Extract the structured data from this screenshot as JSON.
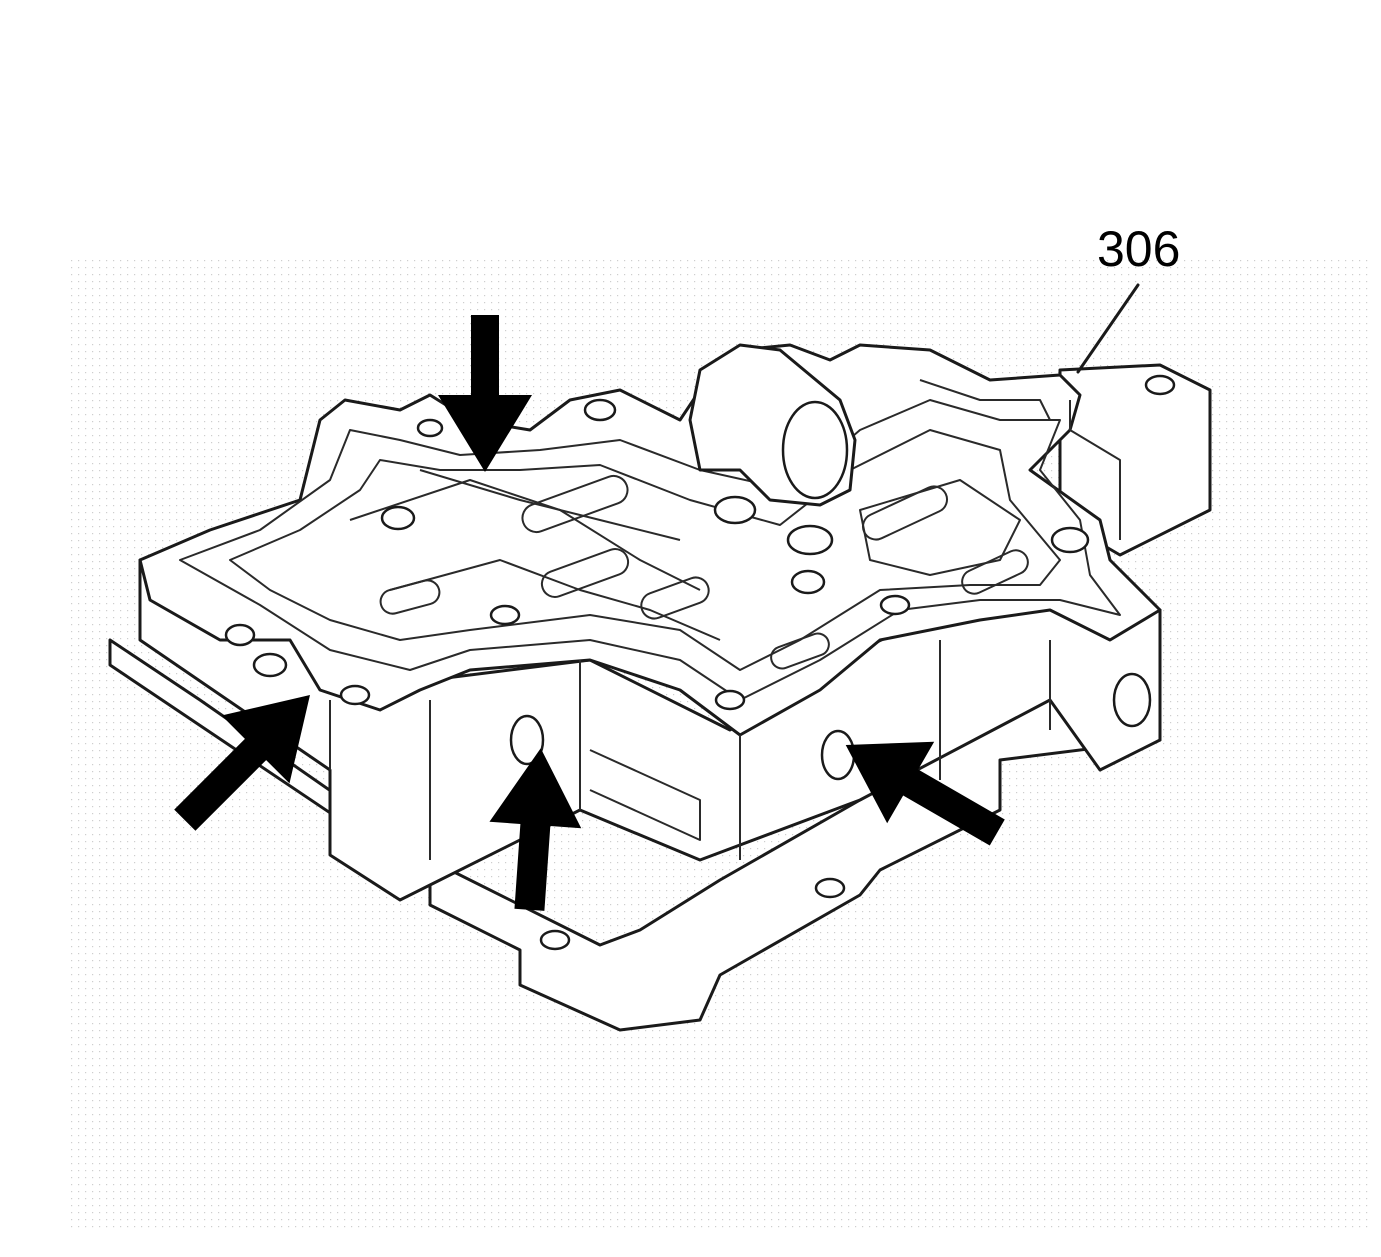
{
  "figure": {
    "callouts": [
      {
        "id": "part-306",
        "label": "306"
      }
    ],
    "arrows": [
      {
        "id": "arrow-top",
        "direction": "down"
      },
      {
        "id": "arrow-left",
        "direction": "up-right"
      },
      {
        "id": "arrow-front",
        "direction": "up"
      },
      {
        "id": "arrow-right",
        "direction": "up-left"
      }
    ],
    "colors": {
      "line": "#1a1a1a",
      "background": "#ffffff",
      "stipple": "#c8c8c8"
    }
  }
}
